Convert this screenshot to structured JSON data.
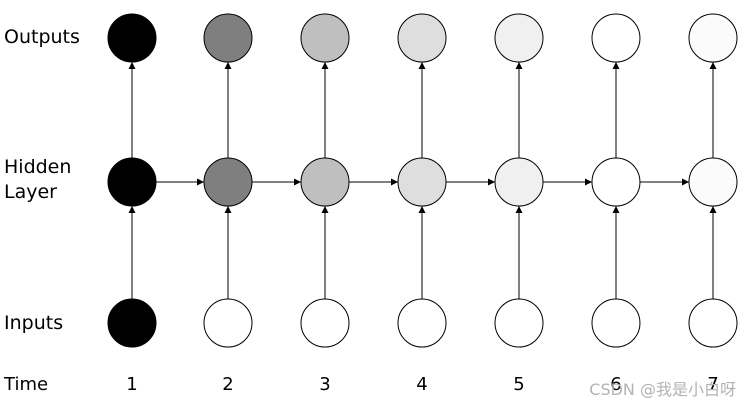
{
  "labels": {
    "outputs": "Outputs",
    "hidden_line1": "Hidden",
    "hidden_line2": "Layer",
    "inputs": "Inputs",
    "time": "Time"
  },
  "time_steps": [
    "1",
    "2",
    "3",
    "4",
    "5",
    "6",
    "7"
  ],
  "node_colors": {
    "outputs": [
      "#000000",
      "#7f7f7f",
      "#bfbfbf",
      "#dedede",
      "#f0f0f0",
      "#ffffff",
      "#fbfbfb"
    ],
    "hidden": [
      "#000000",
      "#7f7f7f",
      "#bfbfbf",
      "#dedede",
      "#f0f0f0",
      "#ffffff",
      "#fbfbfb"
    ],
    "inputs": [
      "#000000",
      "#ffffff",
      "#ffffff",
      "#ffffff",
      "#ffffff",
      "#ffffff",
      "#ffffff"
    ]
  },
  "watermark": "CSDN @我是小白呀"
}
